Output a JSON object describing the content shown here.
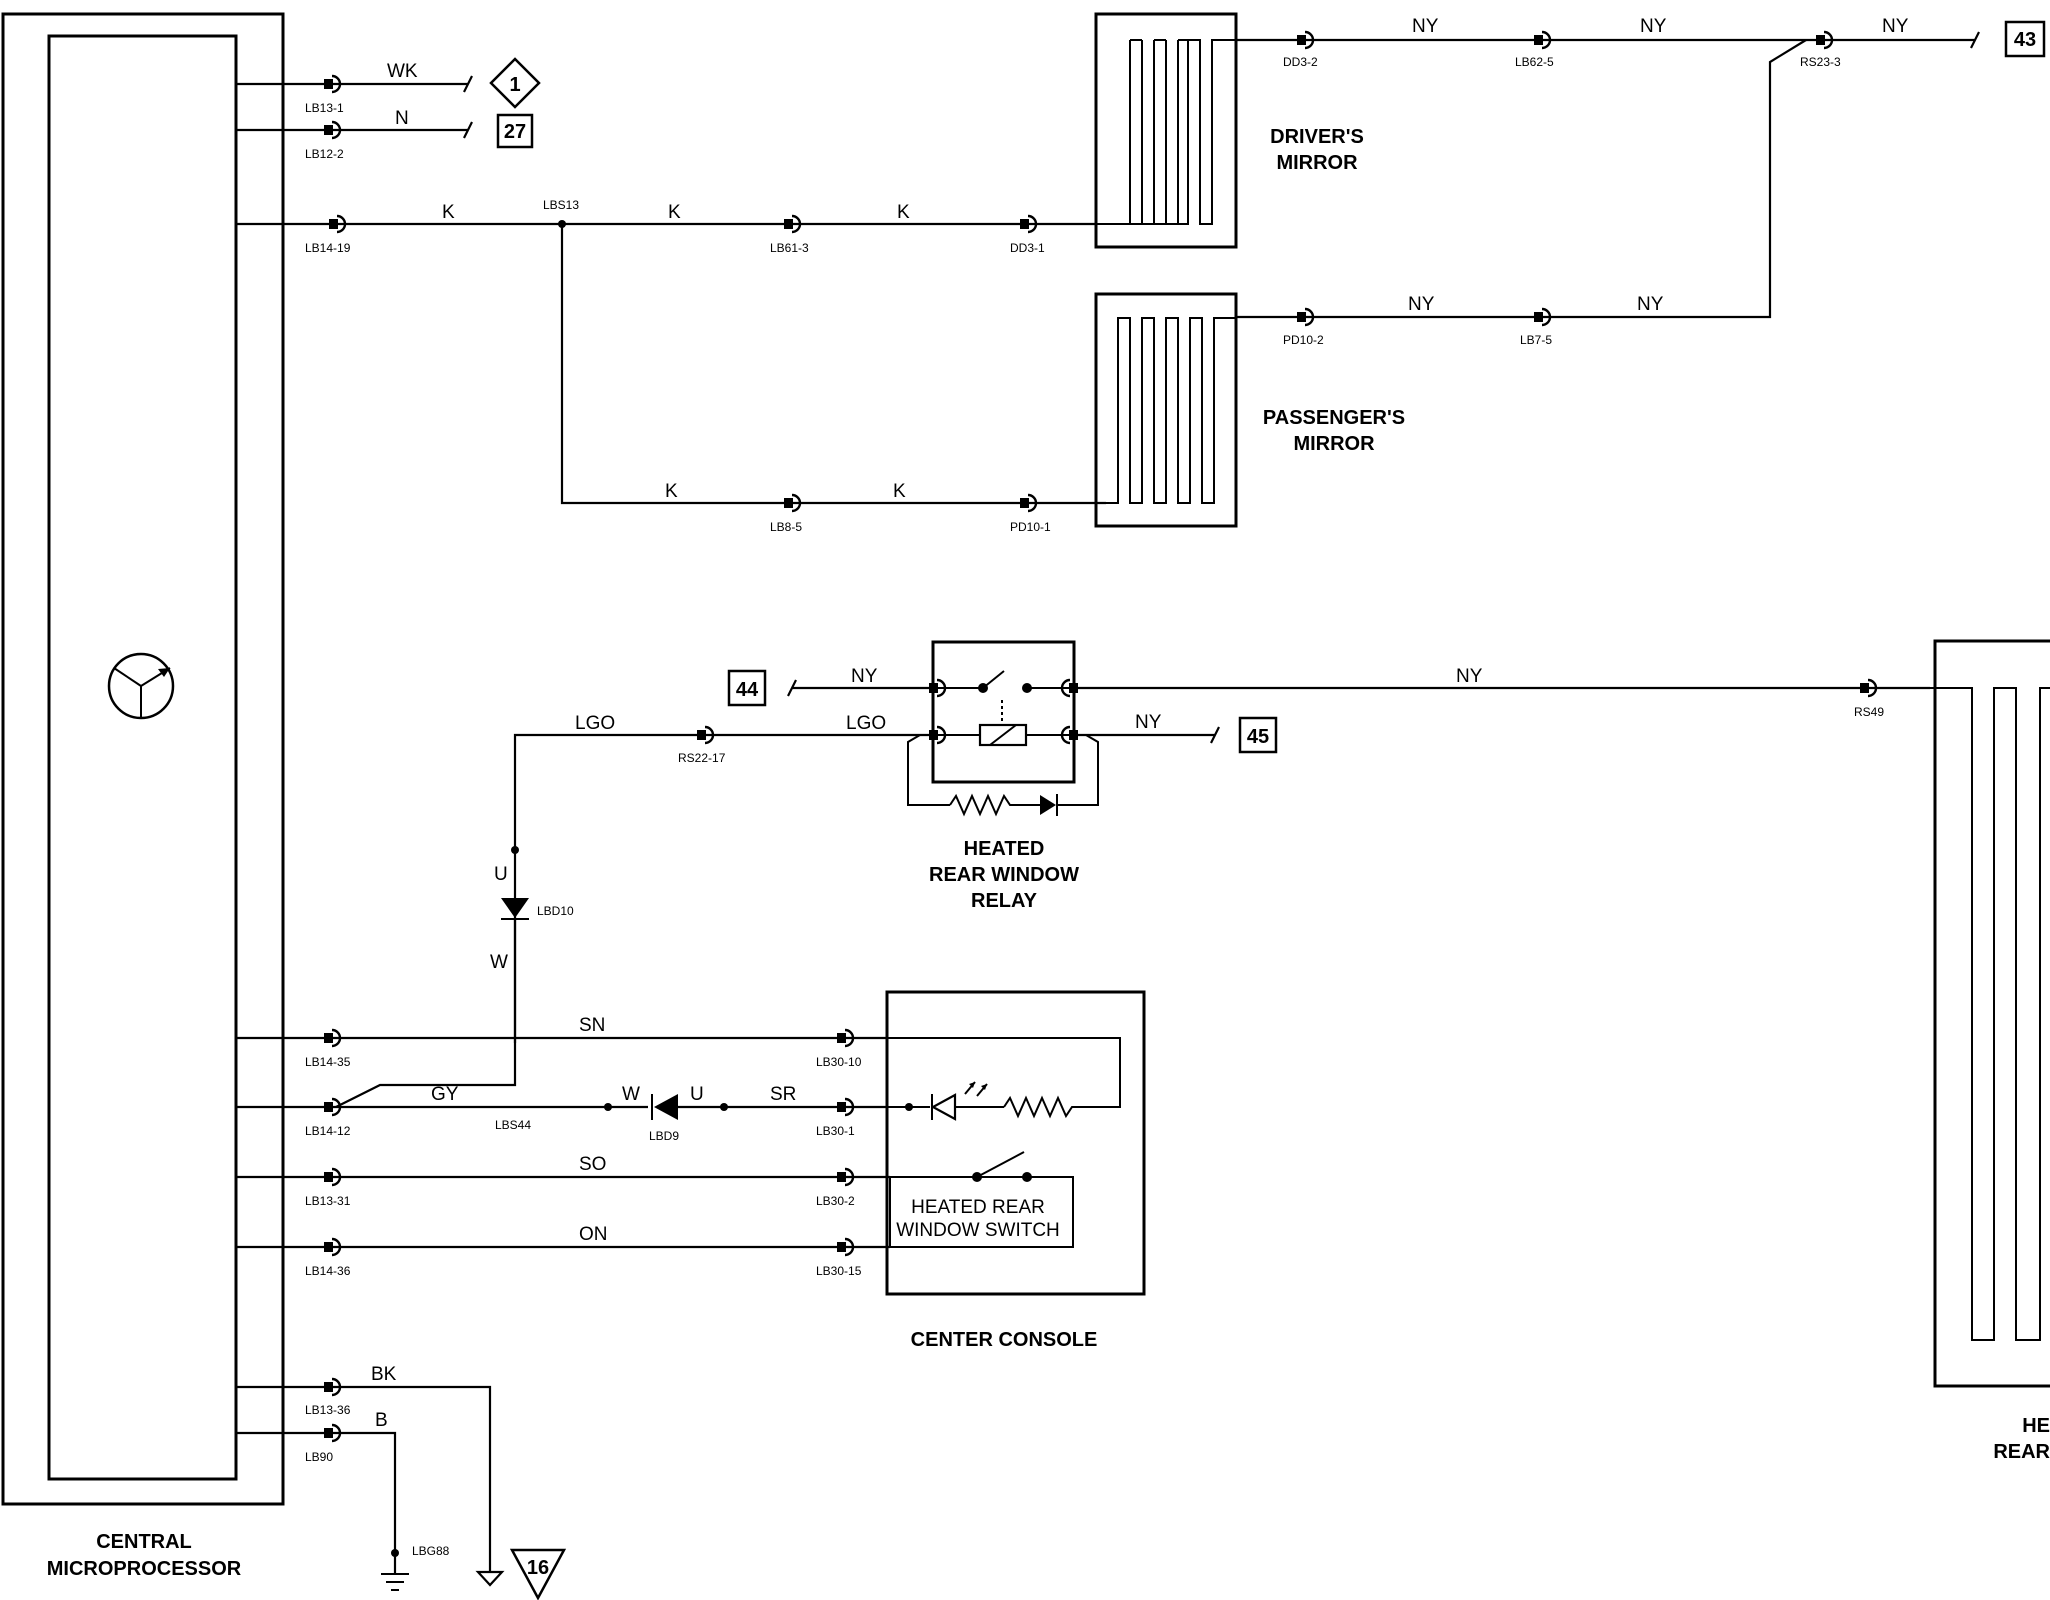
{
  "components": {
    "central_microprocessor": [
      "CENTRAL",
      "MICROPROCESSOR"
    ],
    "drivers_mirror": [
      "DRIVER'S",
      "MIRROR"
    ],
    "passengers_mirror": [
      "PASSENGER'S",
      "MIRROR"
    ],
    "relay": [
      "HEATED",
      "REAR WINDOW",
      "RELAY"
    ],
    "center_console": "CENTER CONSOLE",
    "switch": [
      "HEATED REAR",
      "WINDOW SWITCH"
    ],
    "rear_window": [
      "HE",
      "REAR"
    ]
  },
  "refs": {
    "r1": "1",
    "r27": "27",
    "r43": "43",
    "r44": "44",
    "r45": "45",
    "r16": "16"
  },
  "pins": {
    "lb13_1": "LB13-1",
    "lb12_2": "LB12-2",
    "lb14_19": "LB14-19",
    "lbs13": "LBS13",
    "lb61_3": "LB61-3",
    "dd3_1": "DD3-1",
    "dd3_2": "DD3-2",
    "lb62_5": "LB62-5",
    "rs23_3": "RS23-3",
    "pd10_2": "PD10-2",
    "lb7_5": "LB7-5",
    "lb8_5": "LB8-5",
    "pd10_1": "PD10-1",
    "rs22_17": "RS22-17",
    "rs49": "RS49",
    "lbd10": "LBD10",
    "lb14_35": "LB14-35",
    "lb30_10": "LB30-10",
    "lb14_12": "LB14-12",
    "lbs44": "LBS44",
    "lbd9": "LBD9",
    "lb30_1": "LB30-1",
    "lb13_31": "LB13-31",
    "lb30_2": "LB30-2",
    "lb14_36": "LB14-36",
    "lb30_15": "LB30-15",
    "lb13_36": "LB13-36",
    "lb90": "LB90",
    "lbg88": "LBG88"
  },
  "wire_colors": {
    "wk": "WK",
    "n": "N",
    "k1": "K",
    "k2": "K",
    "k3": "K",
    "k4": "K",
    "k5": "K",
    "ny1": "NY",
    "ny2": "NY",
    "ny3": "NY",
    "ny4": "NY",
    "ny5": "NY",
    "ny6": "NY",
    "ny7": "NY",
    "ny8": "NY",
    "lgo1": "LGO",
    "lgo2": "LGO",
    "u1": "U",
    "w1": "W",
    "sn": "SN",
    "gy": "GY",
    "w2": "W",
    "u2": "U",
    "sr": "SR",
    "so": "SO",
    "on": "ON",
    "bk": "BK",
    "b": "B"
  }
}
